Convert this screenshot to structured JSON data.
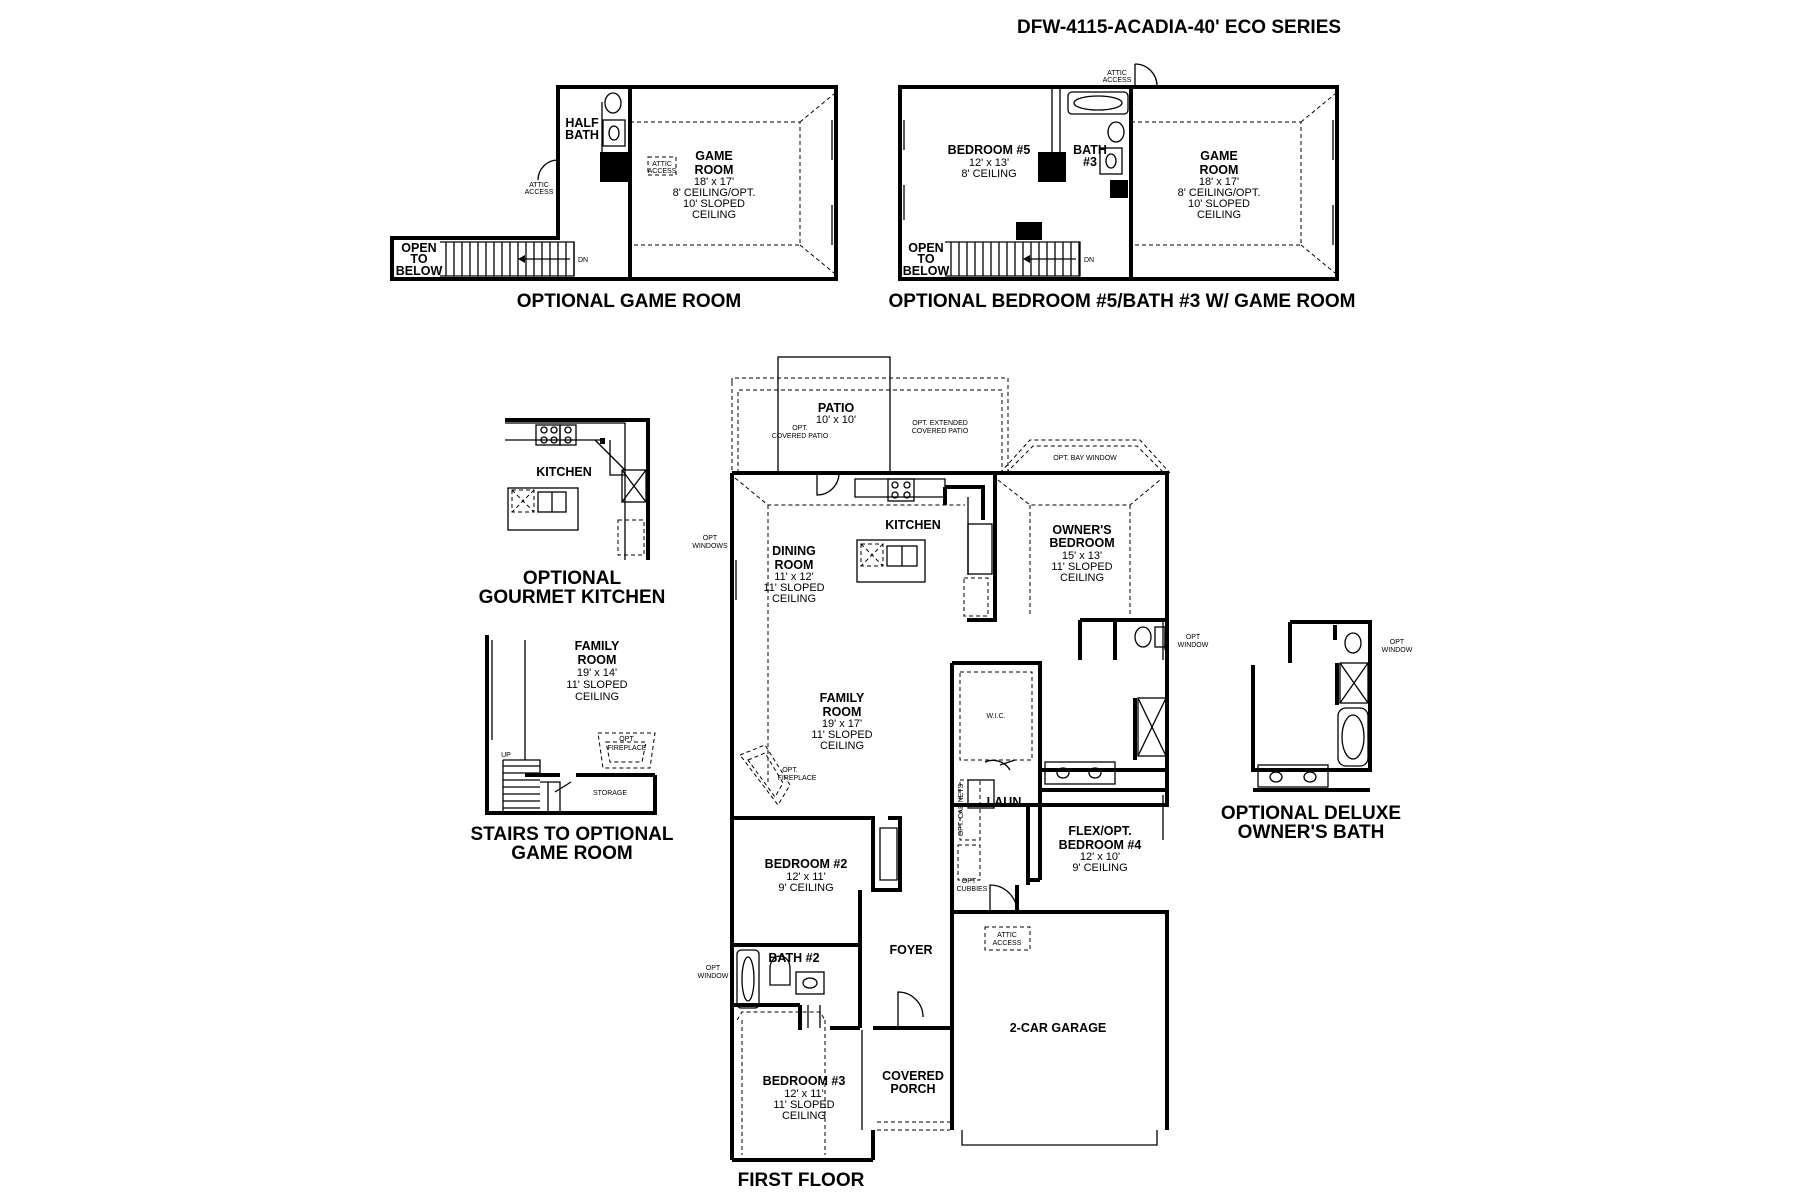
{
  "plan": {
    "title": "DFW-4115-ACADIA-40' ECO SERIES",
    "captions": {
      "game_room": "OPTIONAL GAME ROOM",
      "bedroom5": "OPTIONAL BEDROOM #5/BATH #3 W/ GAME ROOM",
      "gourmet_1": "OPTIONAL",
      "gourmet_2": "GOURMET KITCHEN",
      "stairs_1": "STAIRS TO OPTIONAL",
      "stairs_2": "GAME ROOM",
      "first_floor": "FIRST FLOOR",
      "deluxe_1": "OPTIONAL DELUXE",
      "deluxe_2": "OWNER'S BATH"
    },
    "game_a": {
      "half_bath_1": "HALF",
      "half_bath_2": "BATH",
      "attic": "ATTIC",
      "access": "ACCESS",
      "attic_box_1": "ATTIC",
      "attic_box_2": "ACCESS",
      "room_1": "GAME",
      "room_2": "ROOM",
      "size": "18' x 17'",
      "ceil_1": "8' CEILING/OPT.",
      "ceil_2": "10' SLOPED",
      "ceil_3": "CEILING",
      "open_1": "OPEN",
      "open_2": "TO",
      "open_3": "BELOW",
      "dn": "DN"
    },
    "game_b": {
      "attic": "ATTIC",
      "access": "ACCESS",
      "bed_name": "BEDROOM #5",
      "bed_size": "12' x 13'",
      "bed_ceil": "8' CEILING",
      "bath_1": "BATH",
      "bath_2": "#3",
      "room_1": "GAME",
      "room_2": "ROOM",
      "size": "18' x 17'",
      "ceil_1": "8' CEILING/OPT.",
      "ceil_2": "10' SLOPED",
      "ceil_3": "CEILING",
      "open_1": "OPEN",
      "open_2": "TO",
      "open_3": "BELOW",
      "dn": "DN"
    },
    "gourmet": {
      "kitchen": "KITCHEN"
    },
    "stairs": {
      "room_1": "FAMILY",
      "room_2": "ROOM",
      "size": "19' x 14'",
      "ceil_1": "11' SLOPED",
      "ceil_2": "CEILING",
      "fire_1": "OPT.",
      "fire_2": "FIREPLACE",
      "up": "UP",
      "storage": "STORAGE"
    },
    "first": {
      "patio": "PATIO",
      "patio_size": "10' x 10'",
      "opt_covered_1": "OPT.",
      "opt_covered_2": "COVERED PATIO",
      "opt_ext_1": "OPT. EXTENDED",
      "opt_ext_2": "COVERED PATIO",
      "bay": "OPT. BAY WINDOW",
      "opt_win_l1": "OPT",
      "opt_win_l2": "WINDOWS",
      "kitchen": "KITCHEN",
      "dining_1": "DINING",
      "dining_2": "ROOM",
      "dining_size": "11' x 12'",
      "dining_ceil_1": "11' SLOPED",
      "dining_ceil_2": "CEILING",
      "owner_1": "OWNER'S",
      "owner_2": "BEDROOM",
      "owner_size": "15' x 13'",
      "owner_ceil_1": "11' SLOPED",
      "owner_ceil_2": "CEILING",
      "owner_win_1": "OPT",
      "owner_win_2": "WINDOW",
      "family_1": "FAMILY",
      "family_2": "ROOM",
      "family_size": "19' x 17'",
      "family_ceil_1": "11' SLOPED",
      "family_ceil_2": "CEILING",
      "opt_fire_1": "OPT.",
      "opt_fire_2": "FIREPLACE",
      "wic": "W.I.C.",
      "opt_cabinets": "OPT. CABINETS",
      "laun": "LAUN",
      "flex_1": "FLEX/OPT.",
      "flex_2": "BEDROOM #4",
      "flex_size": "12' x 10'",
      "flex_ceil": "9' CEILING",
      "opt_cubbies_1": "OPT",
      "opt_cubbies_2": "CUBBIES",
      "bed2": "BEDROOM #2",
      "bed2_size": "12' x 11'",
      "bed2_ceil": "9' CEILING",
      "foyer": "FOYER",
      "attic_1": "ATTIC",
      "attic_2": "ACCESS",
      "bath2_win_1": "OPT",
      "bath2_win_2": "WINDOW",
      "bath2": "BATH #2",
      "garage": "2-CAR GARAGE",
      "porch_1": "COVERED",
      "porch_2": "PORCH",
      "bed3": "BEDROOM #3",
      "bed3_size": "12' x 11'",
      "bed3_ceil_1": "11' SLOPED",
      "bed3_ceil_2": "CEILING"
    },
    "deluxe": {
      "win_1": "OPT",
      "win_2": "WINDOW"
    }
  }
}
